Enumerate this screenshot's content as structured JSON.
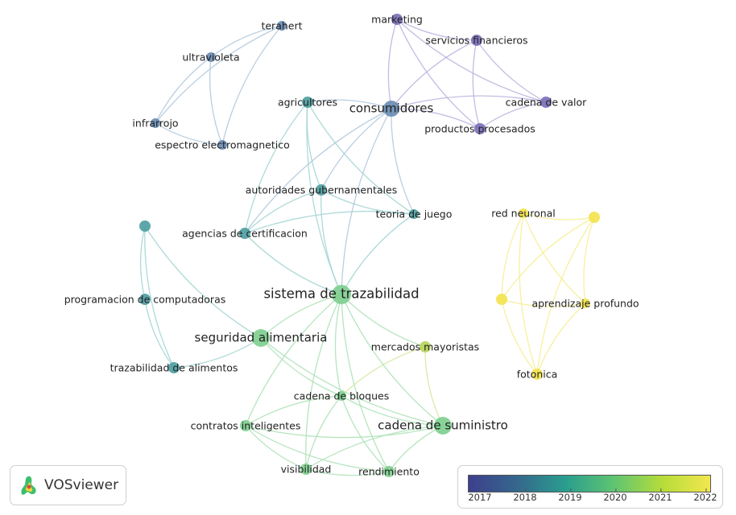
{
  "branding": {
    "name": "VOSviewer"
  },
  "legend": {
    "ticks": [
      "2017",
      "2018",
      "2019",
      "2020",
      "2021",
      "2022"
    ],
    "gradient": [
      "#3d3f8d",
      "#35678c",
      "#2a9d8f",
      "#5ec472",
      "#b5dc3a",
      "#f3e74e"
    ]
  },
  "colors": {
    "blue": "#6a8db3",
    "purple": "#7d70b8",
    "teal": "#4f9fa3",
    "green": "#7fcf8f",
    "lime": "#b9d55a",
    "yellow": "#f3e34e"
  },
  "nodes": [
    {
      "id": "terahert",
      "label": "terahert",
      "color": "blue"
    },
    {
      "id": "ultravioleta",
      "label": "ultravioleta",
      "color": "blue"
    },
    {
      "id": "infrarrojo",
      "label": "infrarrojo",
      "color": "blue"
    },
    {
      "id": "espectro",
      "label": "espectro electromagnetico",
      "color": "blue"
    },
    {
      "id": "marketing",
      "label": "marketing",
      "color": "purple"
    },
    {
      "id": "servicios",
      "label": "servicios financieros",
      "color": "purple"
    },
    {
      "id": "cadena_valor",
      "label": "cadena de valor",
      "color": "purple"
    },
    {
      "id": "productos",
      "label": "productos procesados",
      "color": "purple"
    },
    {
      "id": "consumidores",
      "label": "consumidores",
      "color": "blue"
    },
    {
      "id": "agricultores",
      "label": "agricultores",
      "color": "teal"
    },
    {
      "id": "autoridades",
      "label": "autoridades gubernamentales",
      "color": "teal"
    },
    {
      "id": "teoria",
      "label": "teoria de juego",
      "color": "teal"
    },
    {
      "id": "agencias",
      "label": "agencias de certificacion",
      "color": "teal"
    },
    {
      "id": "n_unlabeled",
      "label": "",
      "color": "teal"
    },
    {
      "id": "programacion",
      "label": "programacion de computadoras",
      "color": "teal"
    },
    {
      "id": "trazabilidad_alim",
      "label": "trazabilidad de alimentos",
      "color": "teal"
    },
    {
      "id": "sistema",
      "label": "sistema de trazabilidad",
      "color": "green"
    },
    {
      "id": "seguridad",
      "label": "seguridad alimentaria",
      "color": "green"
    },
    {
      "id": "mercados",
      "label": "mercados mayoristas",
      "color": "lime"
    },
    {
      "id": "cadena_bloques",
      "label": "cadena de bloques",
      "color": "green"
    },
    {
      "id": "contratos",
      "label": "contratos inteligentes",
      "color": "green"
    },
    {
      "id": "cadena_sum",
      "label": "cadena de suministro",
      "color": "green"
    },
    {
      "id": "visibilidad",
      "label": "visibilidad",
      "color": "green"
    },
    {
      "id": "rendimiento",
      "label": "rendimiento",
      "color": "green"
    },
    {
      "id": "red_neuronal",
      "label": "red neuronal",
      "color": "yellow"
    },
    {
      "id": "y_right",
      "label": "",
      "color": "yellow"
    },
    {
      "id": "y_left",
      "label": "",
      "color": "yellow"
    },
    {
      "id": "aprendizaje",
      "label": "aprendizaje profundo",
      "color": "yellow"
    },
    {
      "id": "fotonica",
      "label": "fotonica",
      "color": "yellow"
    }
  ],
  "links": [
    [
      "terahert",
      "ultravioleta"
    ],
    [
      "terahert",
      "infrarrojo"
    ],
    [
      "terahert",
      "espectro"
    ],
    [
      "ultravioleta",
      "infrarrojo"
    ],
    [
      "ultravioleta",
      "espectro"
    ],
    [
      "infrarrojo",
      "espectro"
    ],
    [
      "marketing",
      "servicios"
    ],
    [
      "marketing",
      "cadena_valor"
    ],
    [
      "marketing",
      "productos"
    ],
    [
      "marketing",
      "consumidores"
    ],
    [
      "servicios",
      "productos"
    ],
    [
      "servicios",
      "consumidores"
    ],
    [
      "cadena_valor",
      "productos"
    ],
    [
      "cadena_valor",
      "consumidores"
    ],
    [
      "productos",
      "consumidores"
    ],
    [
      "servicios",
      "cadena_valor"
    ],
    [
      "consumidores",
      "agricultores"
    ],
    [
      "consumidores",
      "autoridades"
    ],
    [
      "consumidores",
      "teoria"
    ],
    [
      "consumidores",
      "sistema"
    ],
    [
      "consumidores",
      "agencias"
    ],
    [
      "agricultores",
      "autoridades"
    ],
    [
      "agricultores",
      "teoria"
    ],
    [
      "agricultores",
      "agencias"
    ],
    [
      "agricultores",
      "sistema"
    ],
    [
      "autoridades",
      "teoria"
    ],
    [
      "autoridades",
      "agencias"
    ],
    [
      "autoridades",
      "sistema"
    ],
    [
      "teoria",
      "sistema"
    ],
    [
      "agencias",
      "sistema"
    ],
    [
      "teoria",
      "agencias"
    ],
    [
      "n_unlabeled",
      "programacion"
    ],
    [
      "n_unlabeled",
      "trazabilidad_alim"
    ],
    [
      "n_unlabeled",
      "seguridad"
    ],
    [
      "programacion",
      "trazabilidad_alim"
    ],
    [
      "trazabilidad_alim",
      "seguridad"
    ],
    [
      "sistema",
      "seguridad"
    ],
    [
      "sistema",
      "mercados"
    ],
    [
      "sistema",
      "cadena_bloques"
    ],
    [
      "sistema",
      "contratos"
    ],
    [
      "sistema",
      "cadena_sum"
    ],
    [
      "sistema",
      "visibilidad"
    ],
    [
      "sistema",
      "rendimiento"
    ],
    [
      "seguridad",
      "cadena_sum"
    ],
    [
      "seguridad",
      "cadena_bloques"
    ],
    [
      "mercados",
      "cadena_sum"
    ],
    [
      "mercados",
      "cadena_bloques"
    ],
    [
      "cadena_bloques",
      "contratos"
    ],
    [
      "cadena_bloques",
      "cadena_sum"
    ],
    [
      "cadena_bloques",
      "visibilidad"
    ],
    [
      "cadena_bloques",
      "rendimiento"
    ],
    [
      "contratos",
      "cadena_sum"
    ],
    [
      "contratos",
      "visibilidad"
    ],
    [
      "contratos",
      "rendimiento"
    ],
    [
      "cadena_sum",
      "visibilidad"
    ],
    [
      "cadena_sum",
      "rendimiento"
    ],
    [
      "visibilidad",
      "rendimiento"
    ],
    [
      "red_neuronal",
      "y_right"
    ],
    [
      "red_neuronal",
      "y_left"
    ],
    [
      "red_neuronal",
      "aprendizaje"
    ],
    [
      "red_neuronal",
      "fotonica"
    ],
    [
      "y_right",
      "y_left"
    ],
    [
      "y_right",
      "aprendizaje"
    ],
    [
      "y_right",
      "fotonica"
    ],
    [
      "y_left",
      "aprendizaje"
    ],
    [
      "y_left",
      "fotonica"
    ],
    [
      "aprendizaje",
      "fotonica"
    ]
  ]
}
